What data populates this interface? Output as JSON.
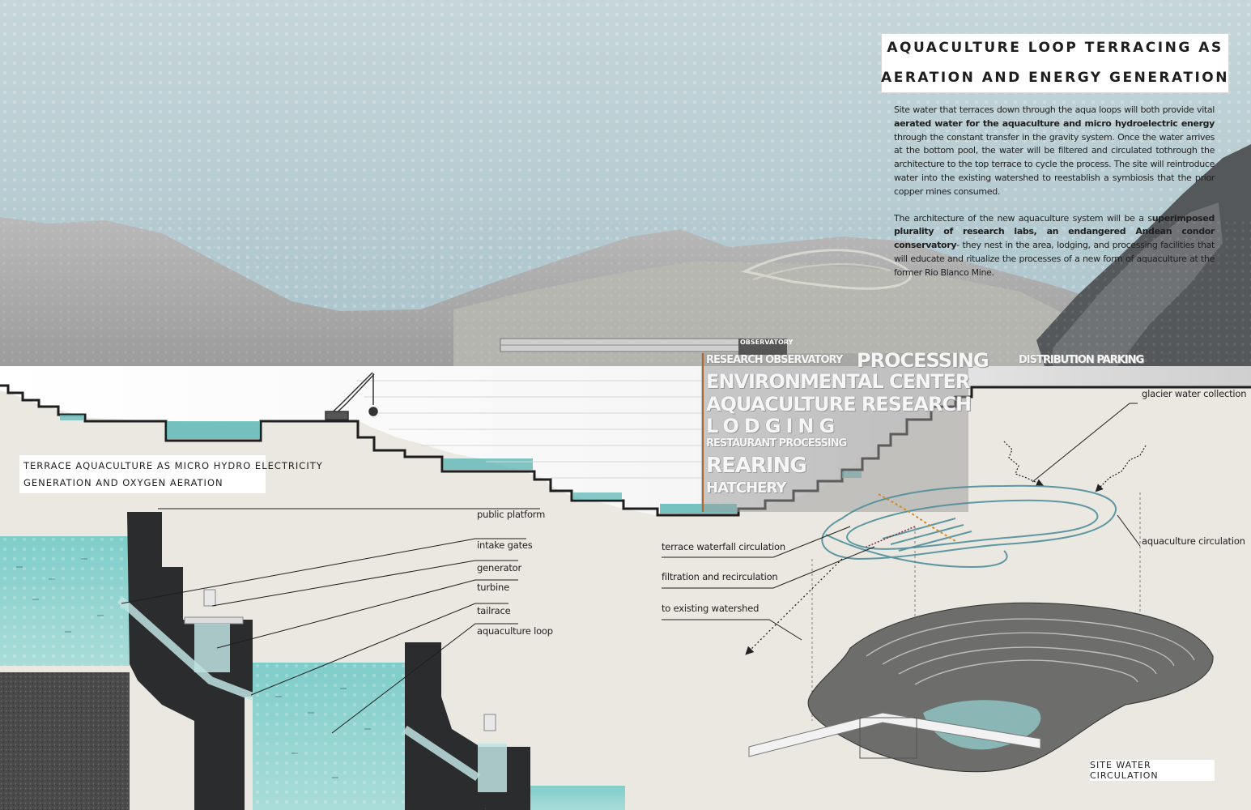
{
  "title": {
    "line1": "AQUACULTURE LOOP TERRACING AS",
    "line2": "AERATION AND ENERGY GENERATION"
  },
  "intro": {
    "p1_a": "Site water that terraces down through the aqua loops will both provide vital ",
    "p1_b": "aerated water for the aquaculture and micro hydroelectric energy",
    "p1_c": " through the constant transfer in the gravity system. Once the water arrives at the bottom pool, the water will be filtered and circulated  tothrough the architecture to the top terrace to cycle the process. The site will reintroduce water into the existing watershed to reestablish a symbiosis that the prior copper mines consumed.",
    "p2_a": "The architecture of the new aquaculture system will be a s",
    "p2_b": "uperimposed plurality of research labs, an endangered Andean condor conservatory",
    "p2_c": "- they nest in the area, lodging, and processing facilities that will educate and ritualize the processes of a new form of aquaculture at the former Rio Blanco Mine."
  },
  "section_label": {
    "line1": "TERRACE AQUACULTURE AS MICRO HYDRO ELECTRICITY",
    "line2": "GENERATION AND OXYGEN AERATION"
  },
  "section_callouts": {
    "public_platform": "public platform",
    "intake_gates": "intake gates",
    "generator": "generator",
    "turbine": "turbine",
    "tailrace": "tailrace",
    "aquaculture_loop": "aquaculture loop"
  },
  "site_callouts": {
    "glacier": "glacier water collection",
    "aquaculture_circulation": "aquaculture circulation",
    "terrace_waterfall": "terrace waterfall circulation",
    "filtration": "filtration and recirculation",
    "watershed": "to existing watershed"
  },
  "site_label": "SITE WATER CIRCULATION",
  "program_labels": {
    "observatory": "OBSERVATORY",
    "row1_a": "RESEARCH OBSERVATORY",
    "row1_b": "PROCESSING",
    "row1_c": "DISTRIBUTION PARKING",
    "row2": "ENVIRONMENTAL CENTER",
    "row3": "AQUACULTURE RESEARCH",
    "row4": "LODGING",
    "row5": "RESTAURANT PROCESSING",
    "row6": "REARING",
    "row7": "HATCHERY"
  },
  "colors": {
    "sky": "#b4cbd1",
    "water": "#5fb8b7",
    "ground": "#ebe7e1",
    "section_dark": "#2a2c2e",
    "ink": "#1f1f1f"
  }
}
